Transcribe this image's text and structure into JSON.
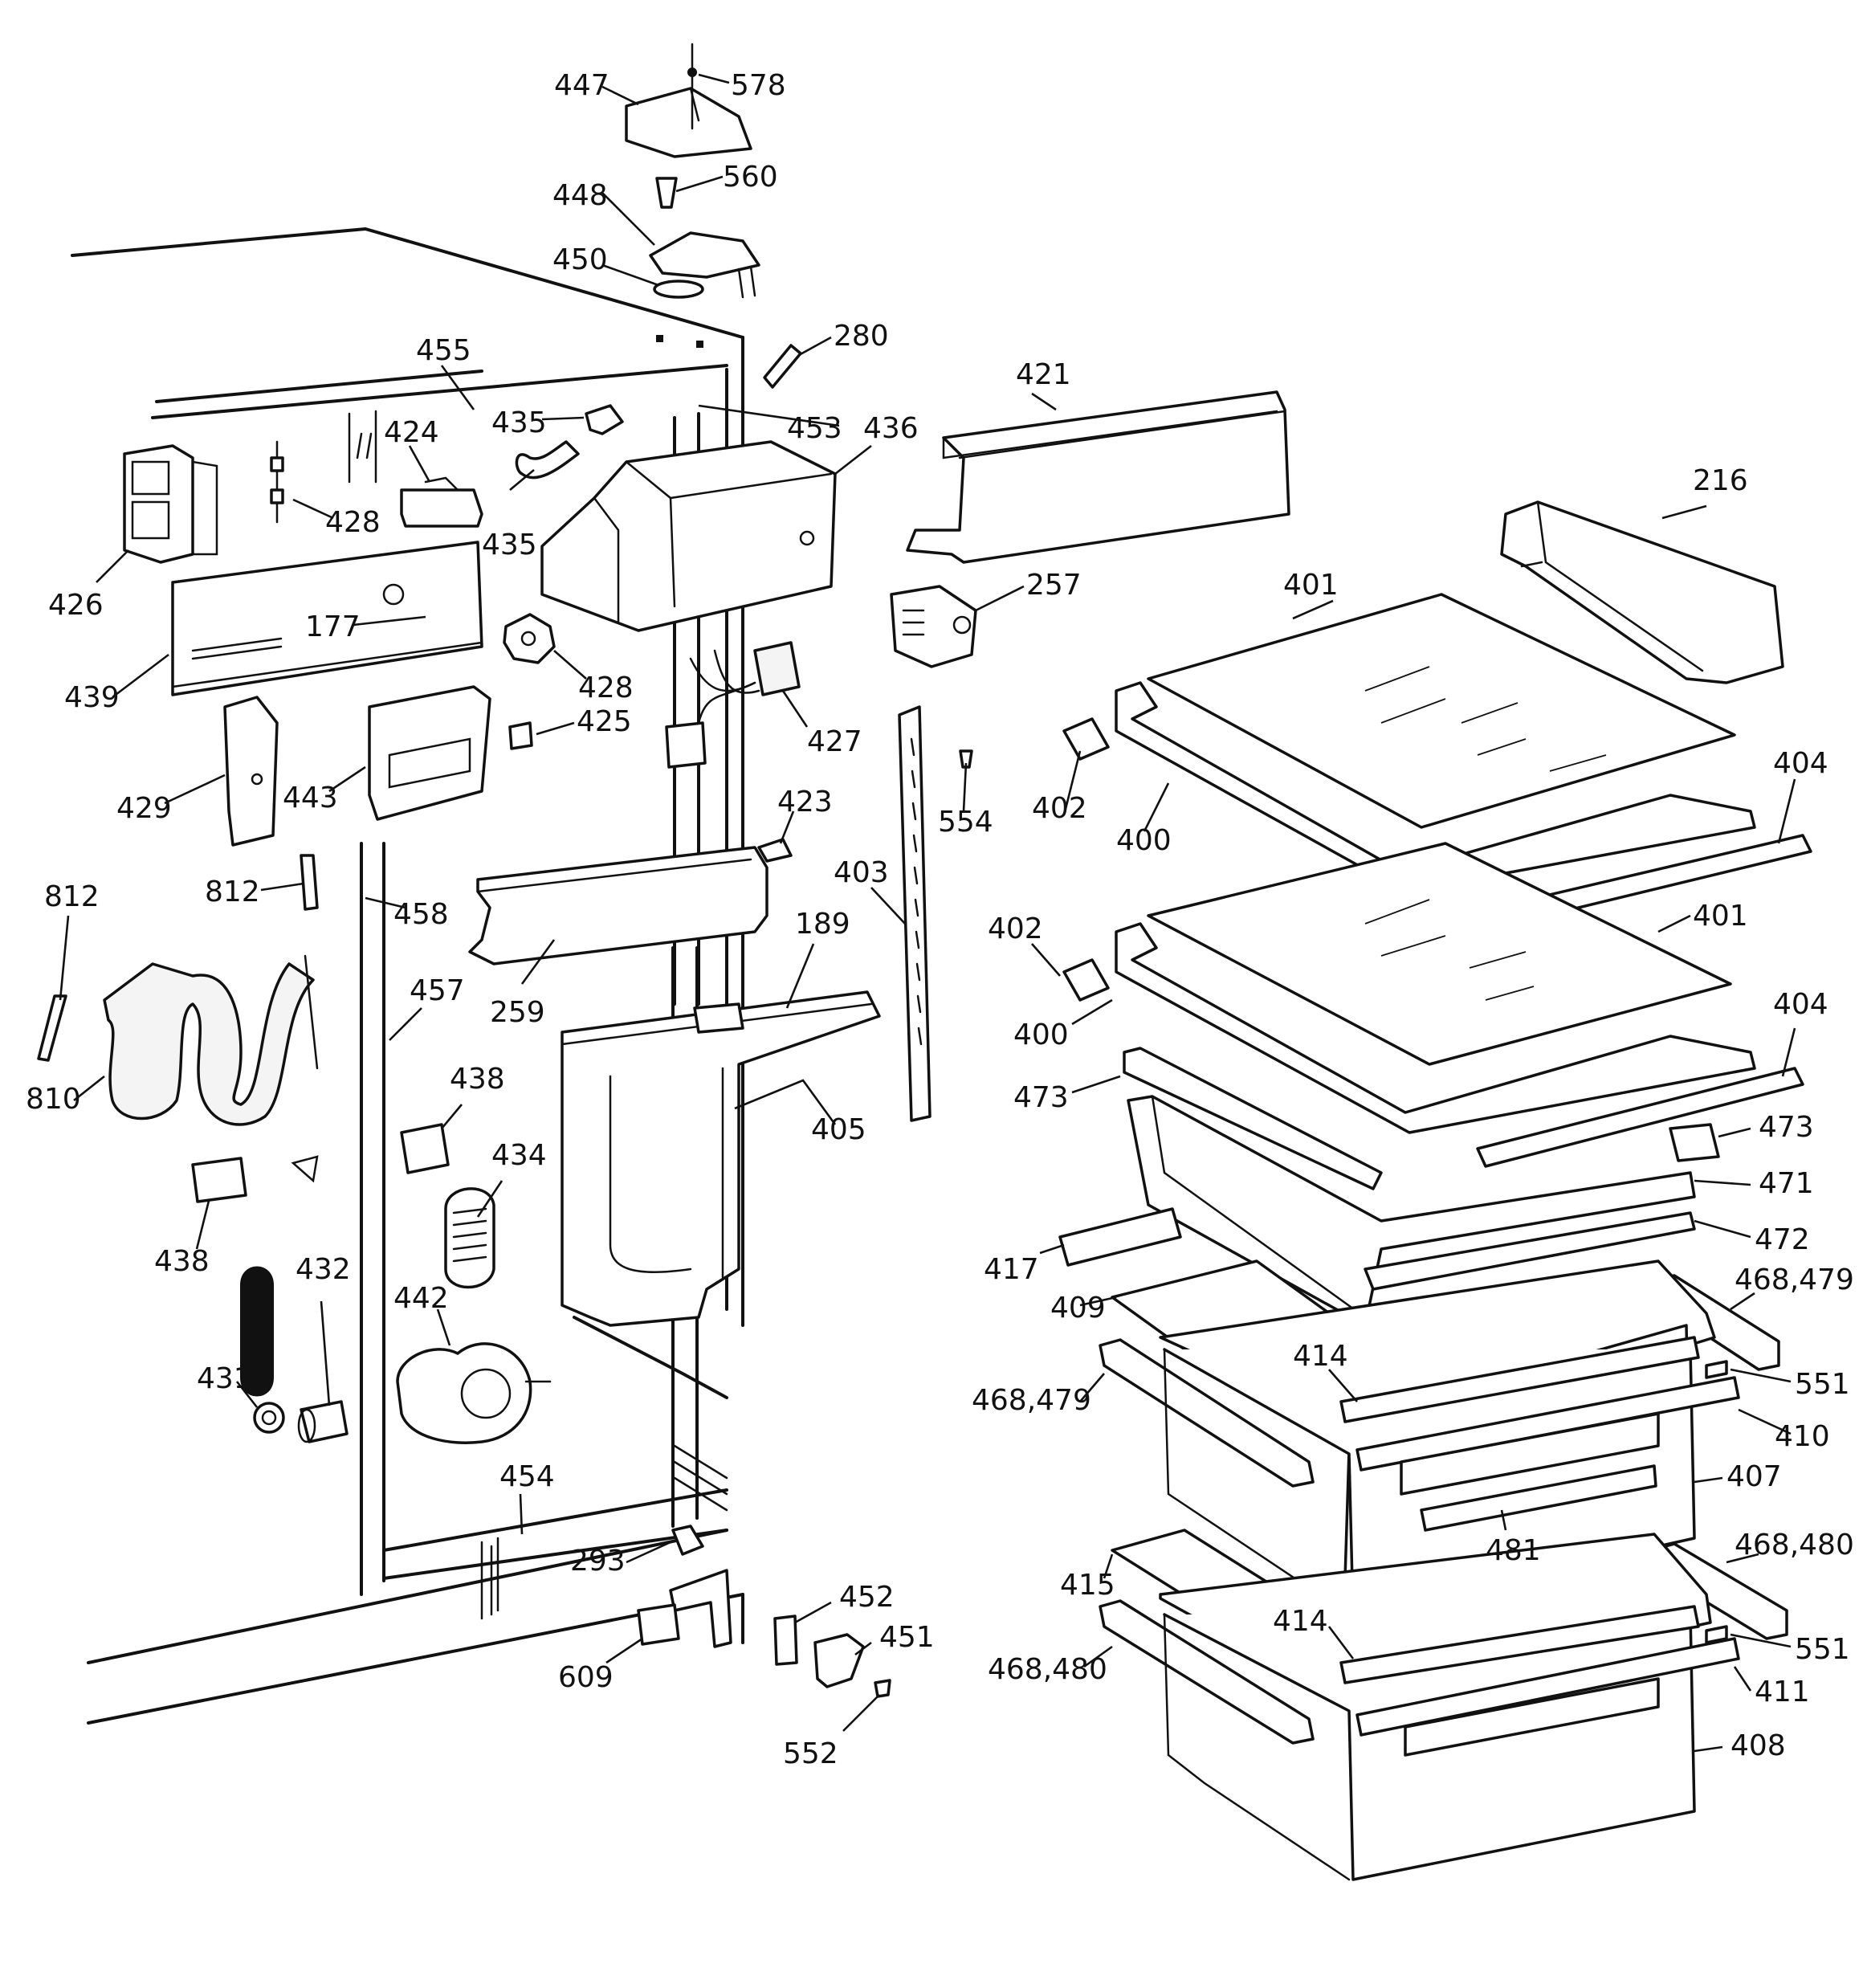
{
  "labels": {
    "l578": "578",
    "l447": "447",
    "l560": "560",
    "l448": "448",
    "l450": "450",
    "l280": "280",
    "l455": "455",
    "l435a": "435",
    "l453": "453",
    "l436": "436",
    "l421": "421",
    "l424": "424",
    "l428a": "428",
    "l435b": "435",
    "l426": "426",
    "l216": "216",
    "l257": "257",
    "l401a": "401",
    "l177": "177",
    "l439": "439",
    "l428b": "428",
    "l427": "427",
    "l425": "425",
    "l429": "429",
    "l443": "443",
    "l554": "554",
    "l402a": "402",
    "l400a": "400",
    "l404a": "404",
    "l423": "423",
    "l812a": "812",
    "l812b": "812",
    "l458": "458",
    "l403": "403",
    "l189": "189",
    "l402b": "402",
    "l401b": "401",
    "l457": "457",
    "l259": "259",
    "l400b": "400",
    "l404b": "404",
    "l810": "810",
    "l438a": "438",
    "l473a": "473",
    "l405": "405",
    "l434": "434",
    "l473b": "473",
    "l471": "471",
    "l438b": "438",
    "l472": "472",
    "l432": "432",
    "l417": "417",
    "l442": "442",
    "l468a": "468,479",
    "l409": "409",
    "l414a": "414",
    "l431": "431",
    "l551a": "551",
    "l468b": "468,479",
    "l410": "410",
    "l454": "454",
    "l407": "407",
    "l481": "481",
    "l468c": "468,480",
    "l293": "293",
    "l415": "415",
    "l452": "452",
    "l414b": "414",
    "l451": "451",
    "l551b": "551",
    "l609": "609",
    "l468d": "468,480",
    "l411": "411",
    "l552": "552",
    "l408": "408"
  }
}
